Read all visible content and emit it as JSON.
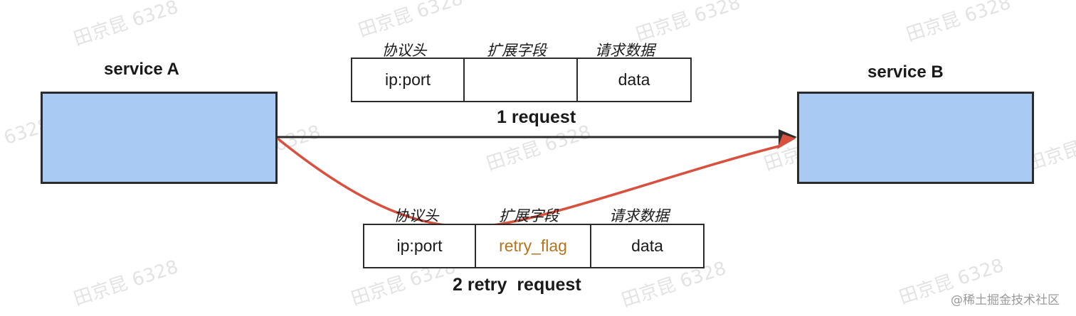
{
  "service_a": {
    "label": "service A"
  },
  "service_b": {
    "label": "service B"
  },
  "request_1": {
    "headers": [
      "协议头",
      "扩展字段",
      "请求数据"
    ],
    "cells": [
      "ip:port",
      "",
      "data"
    ],
    "label": "1 request"
  },
  "request_2": {
    "headers": [
      "协议头",
      "扩展字段",
      "请求数据"
    ],
    "cells": [
      "ip:port",
      "retry_flag",
      "data"
    ],
    "label": "2 retry  request"
  },
  "watermark": {
    "text": "田京昆 6328"
  },
  "credit": {
    "text": "@稀土掘金技术社区"
  },
  "colors": {
    "service_box_fill": "#a9cbf3",
    "request_arrow": "#2b2b2b",
    "retry_arrow": "#d9503f",
    "retry_flag_text": "#b5741e"
  }
}
